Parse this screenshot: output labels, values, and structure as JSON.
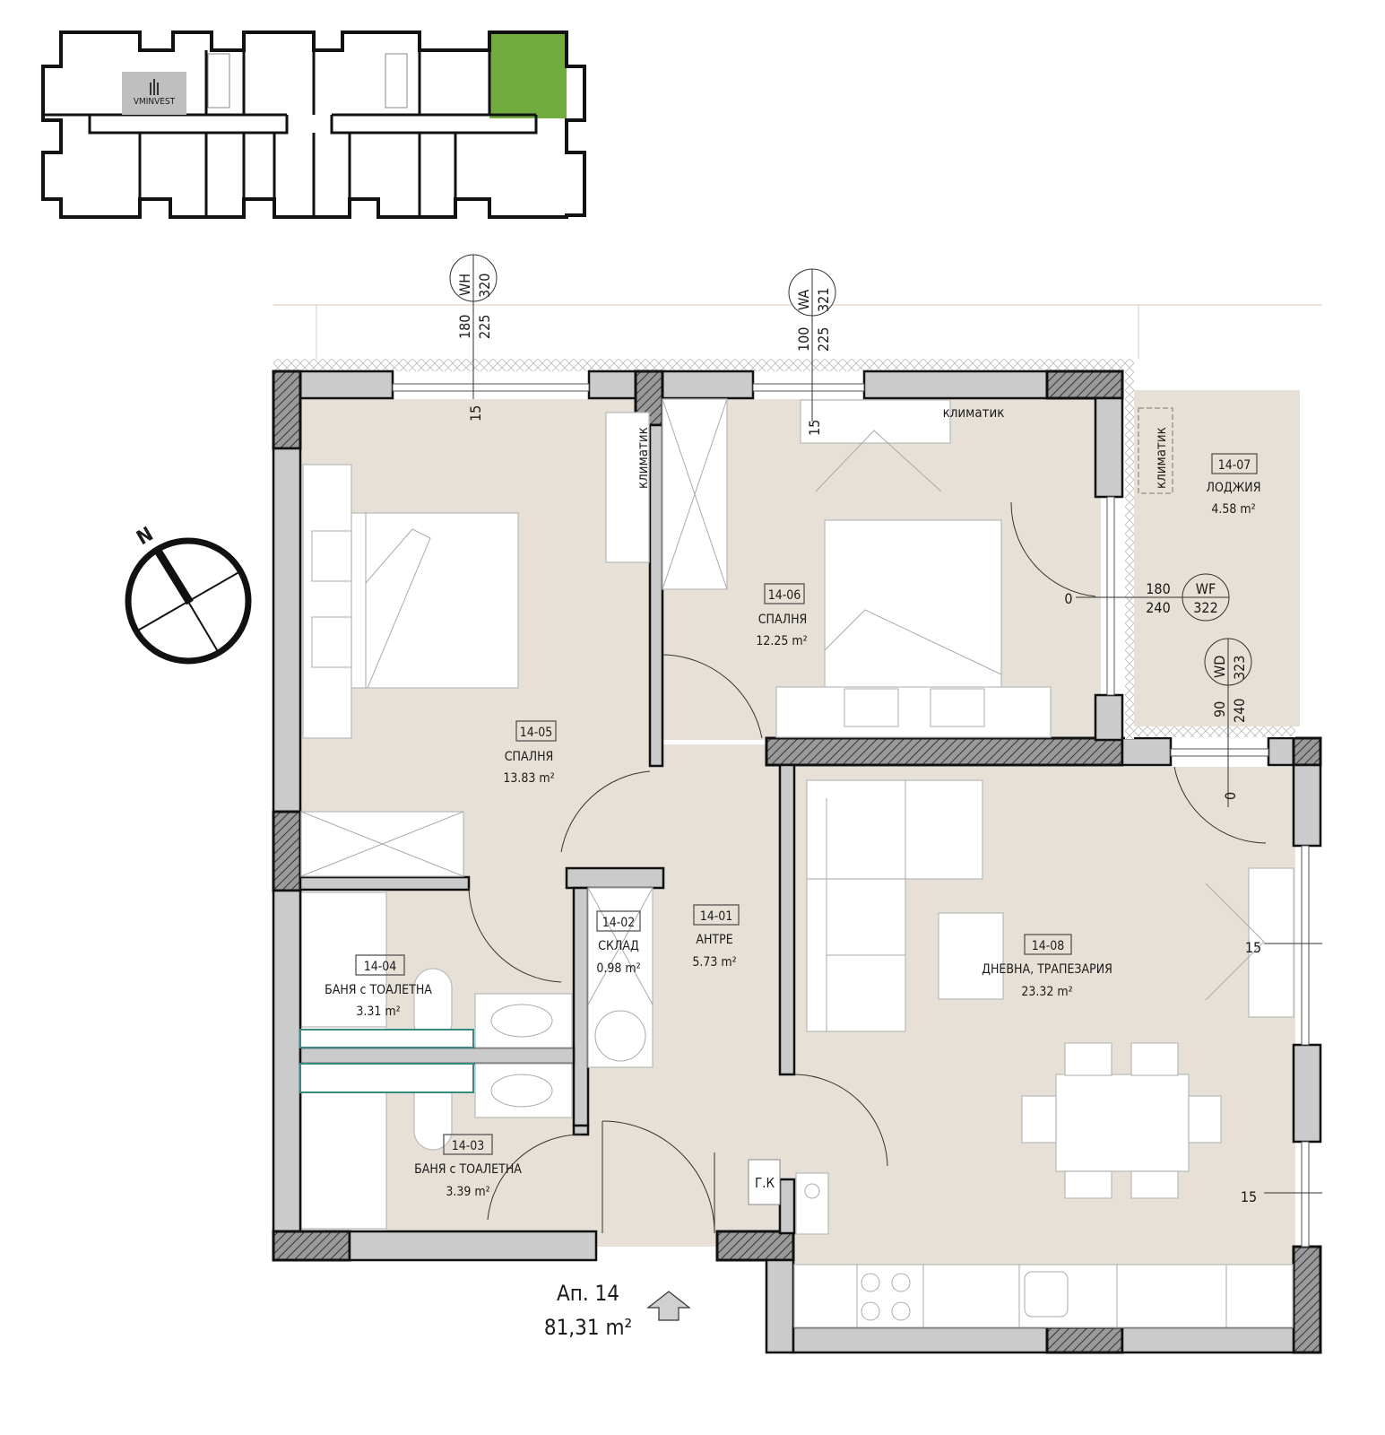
{
  "key_plan": {
    "logo_text": "VMINVEST",
    "highlight_color": "#72ab3e"
  },
  "compass": {
    "north_label": "N"
  },
  "window_tags": [
    {
      "code": "WH",
      "number": "320",
      "width": "180",
      "height": "225",
      "sill": "15"
    },
    {
      "code": "WA",
      "number": "321",
      "width": "100",
      "height": "225",
      "sill": "15"
    },
    {
      "code": "WF",
      "number": "322",
      "width": "180",
      "height": "240",
      "sill": "0"
    },
    {
      "code": "WD",
      "number": "323",
      "width": "90",
      "height": "240",
      "sill": "0"
    }
  ],
  "side_dims": {
    "right_upper": "15",
    "right_lower": "15"
  },
  "ac_label": "климатик",
  "gas_boiler_label": "Г.К",
  "rooms": [
    {
      "id": "14-01",
      "name": "АНТРЕ",
      "area": "5.73 m²"
    },
    {
      "id": "14-02",
      "name": "СКЛАД",
      "area": "0.98 m²"
    },
    {
      "id": "14-03",
      "name": "БАНЯ с ТОАЛЕТНА",
      "area": "3.39 m²"
    },
    {
      "id": "14-04",
      "name": "БАНЯ с ТОАЛЕТНА",
      "area": "3.31 m²"
    },
    {
      "id": "14-05",
      "name": "СПАЛНЯ",
      "area": "13.83 m²"
    },
    {
      "id": "14-06",
      "name": "СПАЛНЯ",
      "area": "12.25 m²"
    },
    {
      "id": "14-07",
      "name": "ЛОДЖИЯ",
      "area": "4.58 m²"
    },
    {
      "id": "14-08",
      "name": "ДНЕВНА, ТРАПЕЗАРИЯ",
      "area": "23.32 m²"
    }
  ],
  "apartment": {
    "title": "Ап. 14",
    "total_area": "81,31 m²"
  },
  "colors": {
    "room_fill": "#e6e0d6",
    "wall_fill": "#cbcbcb",
    "key_highlight": "#72ab3e"
  }
}
